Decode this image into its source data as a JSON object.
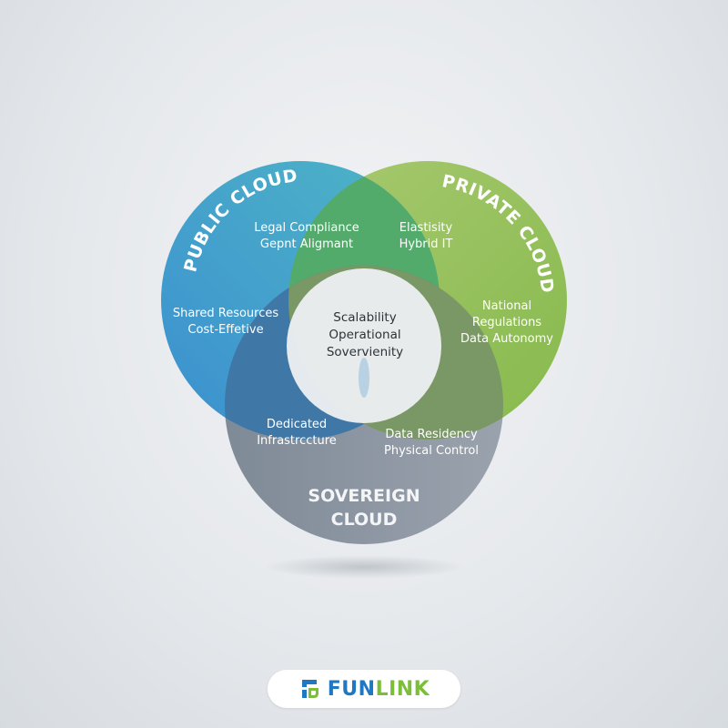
{
  "diagram": {
    "type": "venn",
    "colors": {
      "public": "#3f9ad2",
      "private": "#95c25e",
      "sovereign": "#8e98a4",
      "center": "#eef0f2",
      "background": "#e6e9ec"
    },
    "sets": {
      "public": {
        "title": "PUBLIC CLOUD",
        "items": [
          "Shared Resources",
          "Cost-Effetive"
        ]
      },
      "private": {
        "title": "PRIVATE CLOUD",
        "items": [
          "National",
          "Regulations",
          "Data Autonomy"
        ]
      },
      "sovereign": {
        "title_line1": "SOVEREIGN",
        "title_line2": "CLOUD"
      }
    },
    "intersections": {
      "public_private_left": [
        "Legal Compliance",
        "Gepnt Aligmant"
      ],
      "public_private_right": [
        "Elastisity",
        "Hybrid IT"
      ],
      "public_sovereign": [
        "Dedicated",
        "Infrastrccture"
      ],
      "private_sovereign": [
        "Data Residency",
        "Physical Control"
      ],
      "center": [
        "Scalability",
        "Operational",
        "Sovervienity"
      ]
    }
  },
  "logo": {
    "part1": "FUN",
    "part2": "LINK",
    "colors": {
      "blue": "#1f78c1",
      "green": "#7cbd3a"
    }
  }
}
